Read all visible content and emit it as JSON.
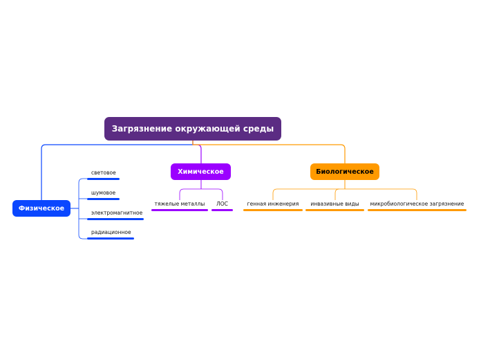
{
  "root": {
    "label": "Загрязнение окружающей среды",
    "color": "#5b2c83"
  },
  "branches": {
    "physical": {
      "label": "Физическое",
      "color": "#0a47ff",
      "items": [
        "световое",
        "шумовое",
        "электромагнитное",
        "радиационное"
      ]
    },
    "chemical": {
      "label": "Химическое",
      "color": "#9b00ff",
      "items": [
        "тяжелые металлы",
        "ЛОС"
      ]
    },
    "biological": {
      "label": "Биологическое",
      "color": "#ff9a00",
      "items": [
        "генная инженерия",
        "инвазивные виды",
        "микробиологическое загрязнение"
      ]
    }
  }
}
